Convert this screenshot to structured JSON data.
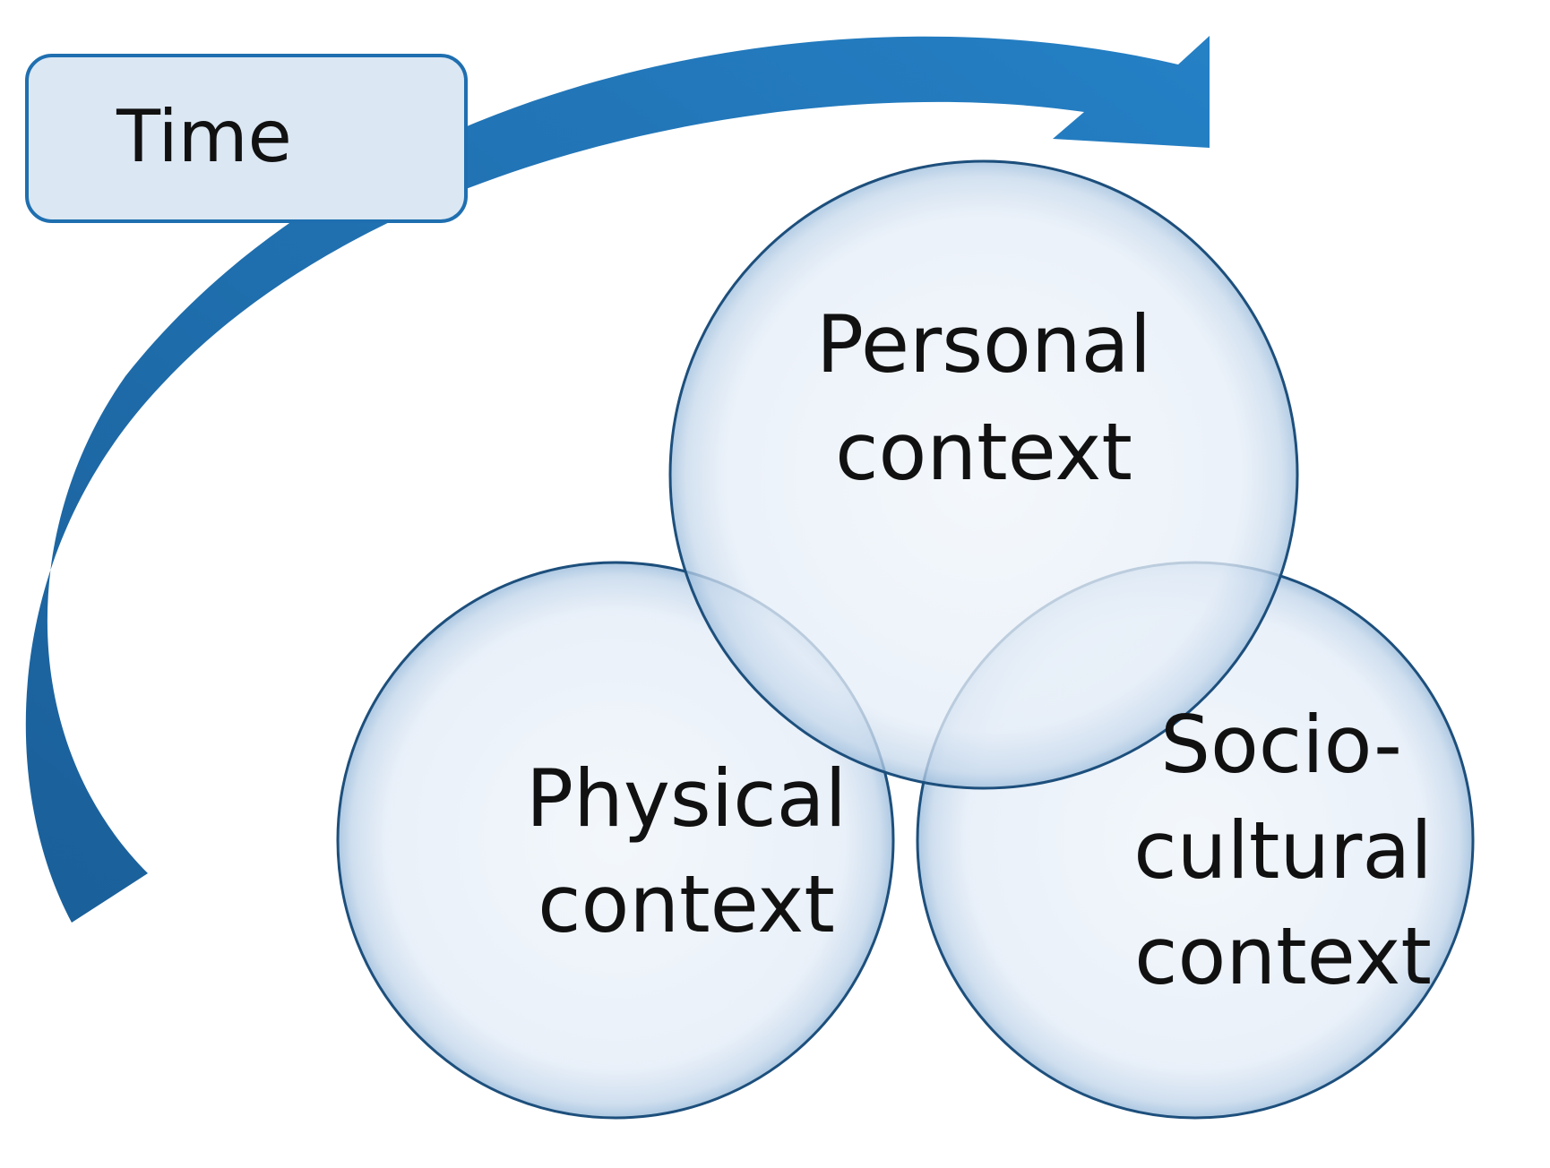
{
  "time_label": "Time",
  "circles": {
    "personal": {
      "line1": "Personal",
      "line2": "context"
    },
    "physical": {
      "line1": "Physical",
      "line2": "context"
    },
    "sociocultural": {
      "line1": "Socio-",
      "line2": "cultural",
      "line3": "context"
    }
  },
  "colors": {
    "arrow": "#1f6fb0",
    "circle_stroke": "#1d4f7c",
    "circle_fill": "#e9f0f8",
    "time_box_fill": "#dbe7f3",
    "time_box_stroke": "#1f6fb0"
  },
  "icons": {
    "arrow": "curved-arrow-icon"
  }
}
